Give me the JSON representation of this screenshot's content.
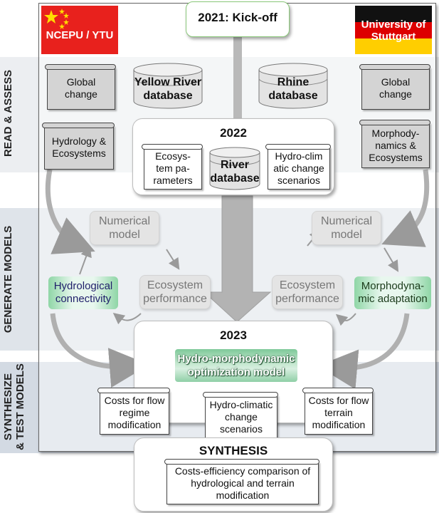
{
  "header": {
    "kickoff": "2021: Kick-off",
    "left_institution": "NCEPU / YTU",
    "right_institution": "University of Stuttgart"
  },
  "phases": {
    "read_assess": "READ & ASSESS",
    "generate_models": "GENERATE MODELS",
    "synth_line1": "SYNTHESIZE",
    "synth_line2": "& TEST MODELS"
  },
  "left": {
    "global_change": "Global change",
    "hydro_eco": "Hydrology & Ecosystems",
    "database": "Yellow River database",
    "numerical_model": "Numerical model",
    "ecosystem_performance": "Ecosystem performance",
    "connectivity": "Hydrological connectivity"
  },
  "right": {
    "global_change": "Global change",
    "morpho_eco": "Morphody-namics & Ecosystems",
    "database": "Rhine database",
    "numerical_model": "Numerical model",
    "ecosystem_performance": "Ecosystem performance",
    "adaptation": "Morphodyna-mic adaptation"
  },
  "y2022": {
    "year": "2022",
    "eco_params": "Ecosys-tem pa-rameters",
    "river_db": "River database",
    "hydro_climatic": "Hydro-clim atic change scenarios"
  },
  "y2023": {
    "year": "2023",
    "model": "Hydro-morphodynamic optimization model",
    "costs_flow": "Costs for flow regime modification",
    "hydro_climatic": "Hydro-climatic change scenarios",
    "costs_terrain": "Costs for flow terrain modification"
  },
  "synthesis": {
    "title": "SYNTHESIS",
    "text": "Costs-efficiency comparison of hydrological and terrain modification"
  },
  "colors": {
    "band_blue": "#d6dde6",
    "band_light": "#eef0f2",
    "flag_red": "#e8211d",
    "flag_star": "#ffde00",
    "gray_arrow": "#bdbdbd"
  }
}
